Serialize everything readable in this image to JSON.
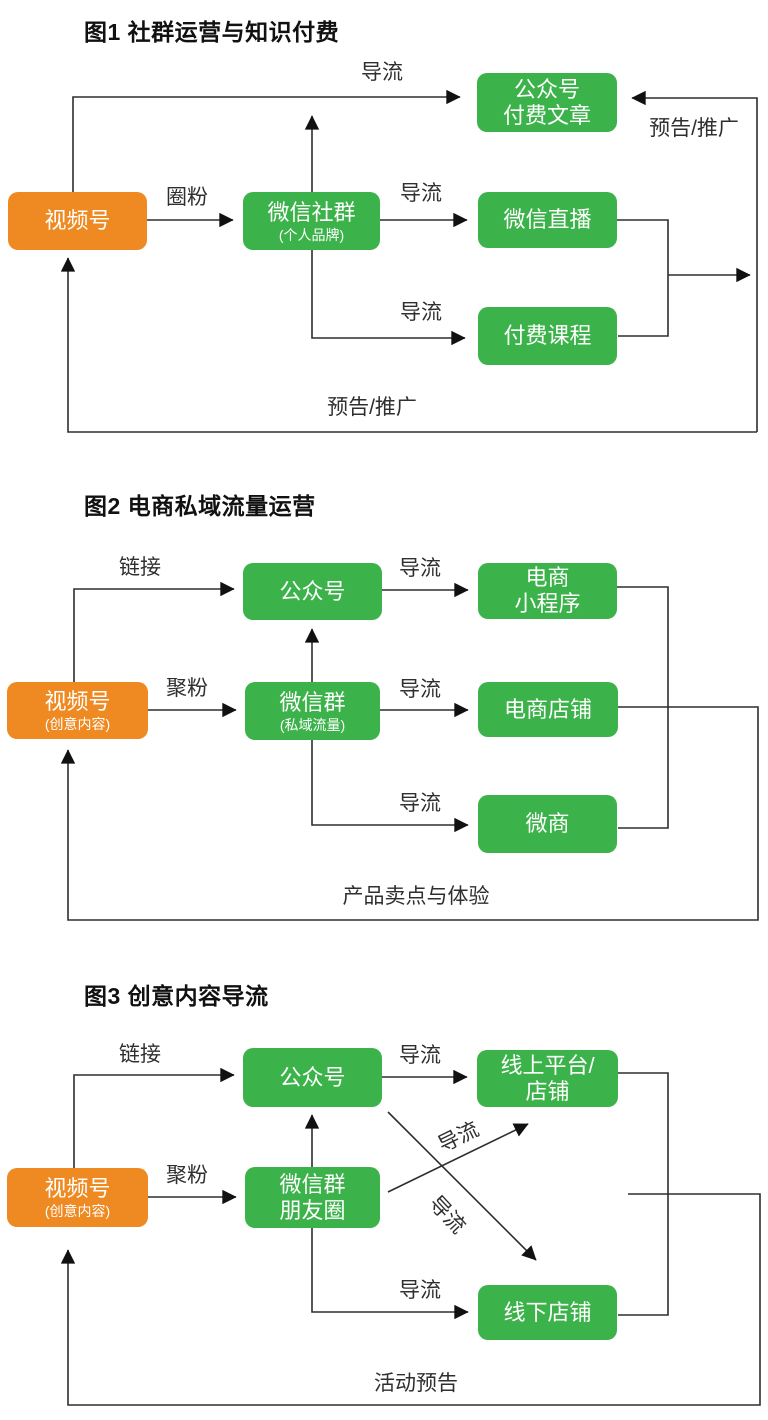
{
  "colors": {
    "node_green": "#3CB34A",
    "node_orange": "#EF8A22",
    "node_text": "#ffffff",
    "line": "#2e2e2e",
    "label_text": "#2f2f2f",
    "title_text": "#111111",
    "background": "#ffffff"
  },
  "fig1": {
    "title": "图1 社群运营与知识付费",
    "nodes": {
      "shipinhao": {
        "label": "视频号"
      },
      "shequn": {
        "label": "微信社群",
        "sub": "(个人品牌)"
      },
      "gzh_fufei": {
        "line1": "公众号",
        "line2": "付费文章"
      },
      "zhibo": {
        "label": "微信直播"
      },
      "kecheng": {
        "label": "付费课程"
      }
    },
    "labels": {
      "daoliu_top": "导流",
      "quanfen": "圈粉",
      "daoliu_zhibo": "导流",
      "daoliu_kecheng": "导流",
      "yugao_right": "预告/推广",
      "yugao_bottom": "预告/推广"
    }
  },
  "fig2": {
    "title": "图2 电商私域流量运营",
    "nodes": {
      "shipinhao": {
        "label": "视频号",
        "sub": "(创意内容)"
      },
      "gongzhonghao": {
        "label": "公众号"
      },
      "weixinqun": {
        "label": "微信群",
        "sub": "(私域流量)"
      },
      "xiaochengxu": {
        "line1": "电商",
        "line2": "小程序"
      },
      "dianpu": {
        "label": "电商店铺"
      },
      "weishang": {
        "label": "微商"
      }
    },
    "labels": {
      "lianjie": "链接",
      "jufen": "聚粉",
      "daoliu_xiaochengxu": "导流",
      "daoliu_dianpu": "导流",
      "daoliu_weishang": "导流",
      "bottom": "产品卖点与体验"
    }
  },
  "fig3": {
    "title": "图3 创意内容导流",
    "nodes": {
      "shipinhao": {
        "label": "视频号",
        "sub": "(创意内容)"
      },
      "gongzhonghao": {
        "label": "公众号"
      },
      "pengyouquan": {
        "line1": "微信群",
        "line2": "朋友圈"
      },
      "xianshang": {
        "line1": "线上平台/",
        "line2": "店铺"
      },
      "xianxia": {
        "label": "线下店铺"
      }
    },
    "labels": {
      "lianjie": "链接",
      "jufen": "聚粉",
      "daoliu_xianshang": "导流",
      "daoliu_diag_up": "导流",
      "daoliu_diag_down": "导流",
      "daoliu_xianxia": "导流",
      "bottom": "活动预告"
    }
  }
}
